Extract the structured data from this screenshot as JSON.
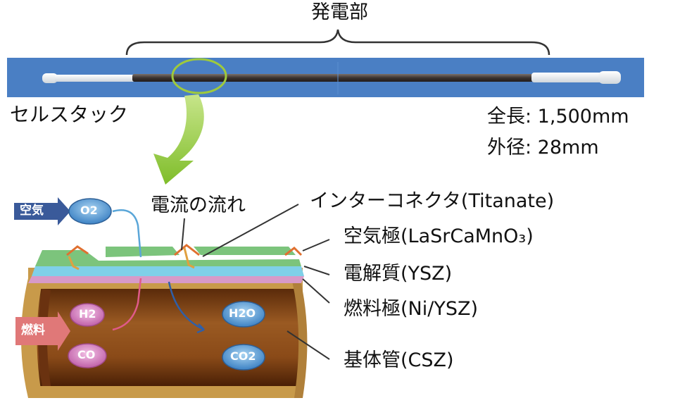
{
  "header": {
    "power_section_label": "発電部"
  },
  "cell_stack": {
    "label": "セルスタック",
    "total_length": "全長: 1,500mm",
    "outer_diameter": "外径: 28mm"
  },
  "cross_section": {
    "current_flow_label": "電流の流れ",
    "inputs": {
      "air_tag": "空気",
      "air_gas": "O2",
      "fuel_tag": "燃料",
      "fuel_gases": [
        "H2",
        "CO"
      ],
      "products": [
        "H2O",
        "CO2"
      ]
    },
    "layers": [
      {
        "key": "interconnector",
        "label": "インターコネクタ(Titanate)"
      },
      {
        "key": "air_electrode",
        "label": "空気極(LaSrCaMnO₃)"
      },
      {
        "key": "electrolyte",
        "label": "電解質(YSZ)"
      },
      {
        "key": "fuel_electrode",
        "label": "燃料極(Ni/YSZ)"
      },
      {
        "key": "substrate_tube",
        "label": "基体管(CSZ)"
      }
    ]
  },
  "colors": {
    "bar_blue": "#4a7fc4",
    "highlight_green": "#9fca3c",
    "air_electrode_green": "#7cc47c",
    "electrolyte_cyan": "#7fd0e8",
    "fuel_electrode_pink": "#d79ac8",
    "tube_brown": "#7a3e12",
    "tube_gold": "#c89a4a",
    "current_orange": "#e07030"
  }
}
